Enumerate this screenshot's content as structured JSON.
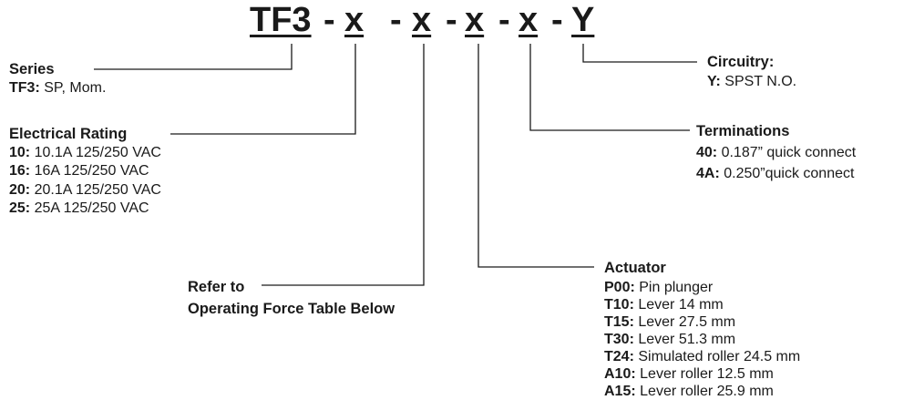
{
  "code": {
    "parts": [
      "TF3",
      "-",
      "x",
      "-",
      "x",
      "-",
      "x",
      "-",
      "x",
      "-",
      "Y"
    ]
  },
  "series": {
    "heading": "Series",
    "rows": [
      {
        "k": "TF3:",
        "v": "SP, Mom."
      }
    ]
  },
  "rating": {
    "heading": "Electrical Rating",
    "rows": [
      {
        "k": "10:",
        "v": "10.1A 125/250 VAC"
      },
      {
        "k": "16:",
        "v": "16A 125/250 VAC"
      },
      {
        "k": "20:",
        "v": "20.1A 125/250 VAC"
      },
      {
        "k": "25:",
        "v": "25A 125/250 VAC"
      }
    ]
  },
  "refer": {
    "line1": "Refer to",
    "line2": "Operating Force Table Below"
  },
  "actuator": {
    "heading": "Actuator",
    "rows": [
      {
        "k": "P00:",
        "v": "Pin plunger"
      },
      {
        "k": "T10:",
        "v": "Lever 14 mm"
      },
      {
        "k": "T15:",
        "v": "Lever 27.5 mm"
      },
      {
        "k": "T30:",
        "v": "Lever 51.3 mm"
      },
      {
        "k": "T24:",
        "v": "Simulated roller 24.5 mm"
      },
      {
        "k": "A10:",
        "v": "Lever roller 12.5 mm"
      },
      {
        "k": "A15:",
        "v": "Lever roller 25.9 mm"
      }
    ]
  },
  "terminations": {
    "heading": "Terminations",
    "rows": [
      {
        "k": "40:",
        "v": "0.187” quick connect"
      },
      {
        "k": "4A:",
        "v": "0.250”quick connect"
      }
    ]
  },
  "circuitry": {
    "heading": "Circuitry:",
    "rows": [
      {
        "k": "Y:",
        "v": "SPST N.O."
      }
    ]
  },
  "colors": {
    "text": "#1a1a1a",
    "line": "#1a1a1a"
  }
}
